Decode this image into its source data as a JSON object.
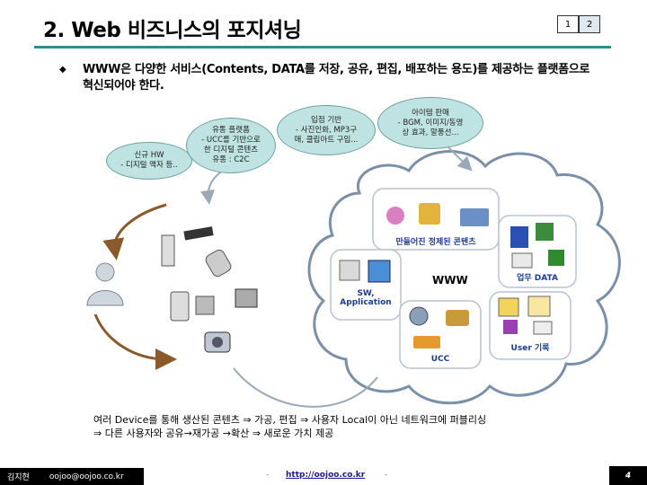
{
  "slide": {
    "title": "2. Web 비즈니스의 포지셔닝",
    "pager": [
      "1",
      "2"
    ],
    "bullet": "WWW은 다양한 서비스(Contents, DATA를 저장, 공유, 편집, 배포하는 용도)를 제공하는 플랫폼으로 혁신되어야 한다."
  },
  "bubbles": [
    {
      "lines": [
        "신규 HW",
        "- 디지털 액자 등.."
      ]
    },
    {
      "lines": [
        "유통 플랫폼",
        "- UCC를 기반으로",
        "한 디지털 콘텐츠",
        "유통 : C2C"
      ]
    },
    {
      "lines": [
        "입점 기반",
        "- 사진인화, MP3구",
        "매, 클립아트 구입..."
      ]
    },
    {
      "lines": [
        "아이템 판매",
        "- BGM, 이미지/동영",
        "상 효과, 말풍선..."
      ]
    }
  ],
  "cloud": {
    "center": "WWW",
    "labels": {
      "contents": "만들어진 정제된 콘텐츠",
      "sw": "SW,\nApplication",
      "data": "업무 DATA",
      "ucc": "UCC",
      "user": "User 기록"
    }
  },
  "caption": {
    "line1": "여러 Device를 통해 생산된 콘텐츠 ⇒ 가공, 편집 ⇒ 사용자 Local이 아닌 네트워크에 퍼블리싱",
    "line2": "⇒ 다른 사용자와 공유→재가공 →확산 ⇒ 새로운 가치 제공"
  },
  "footer": {
    "name": "김지현",
    "email": "oojoo@oojoo.co.kr",
    "url": "http://oojoo.co.kr",
    "page": "4"
  },
  "colors": {
    "accent": "#2f8f8a",
    "bubble": "#bfe3e2",
    "arrow": "#8b5a2b"
  }
}
